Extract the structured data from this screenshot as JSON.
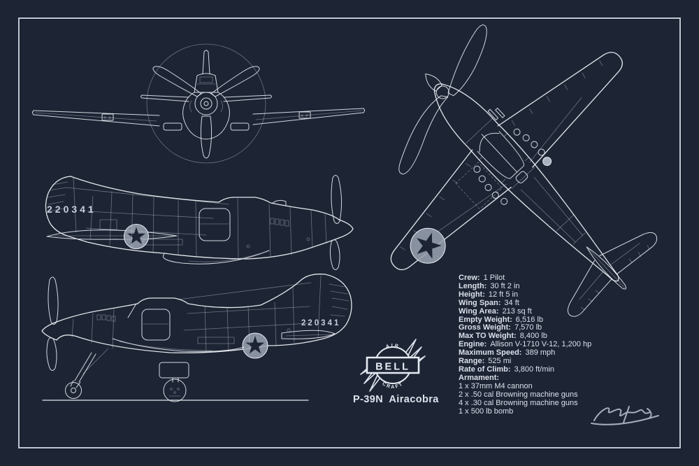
{
  "poster": {
    "title": "P-39N  Airacobra",
    "tail_number": "220341",
    "logo": {
      "top_text": "AIR",
      "name": "BELL",
      "bottom_text": "CRAFT"
    },
    "specs": [
      {
        "label": "Crew:",
        "value": "1 Pilot"
      },
      {
        "label": "Length:",
        "value": "30 ft 2 in"
      },
      {
        "label": "Height:",
        "value": "12 ft 5 in"
      },
      {
        "label": "Wing Span:",
        "value": "34 ft"
      },
      {
        "label": "Wing Area:",
        "value": "213 sq ft"
      },
      {
        "label": "Empty Weight:",
        "value": "6,516 lb"
      },
      {
        "label": "Gross Weight:",
        "value": "7,570 lb"
      },
      {
        "label": "Max TO Weight:",
        "value": "8,400 lb"
      },
      {
        "label": "Engine:",
        "value": "Allison V-1710 V-12, 1,200 hp"
      },
      {
        "label": "Maximum Speed:",
        "value": "389 mph"
      },
      {
        "label": "Range:",
        "value": "525 mi"
      },
      {
        "label": "Rate of Climb:",
        "value": "3,800 ft/min"
      }
    ],
    "armament_heading": "Armament:",
    "armament": [
      "1 x 37mm M4 cannon",
      "2 x .50 cal Browning machine guns",
      "4 x .30 cal Browning machine guns",
      "1 x 500 lb bomb"
    ],
    "colors": {
      "background": "#1d2434",
      "line": "#e4e8ef",
      "frame": "#c2c9d5",
      "roundel_fill": "#97a0ae",
      "text": "#dbe0ea"
    }
  }
}
